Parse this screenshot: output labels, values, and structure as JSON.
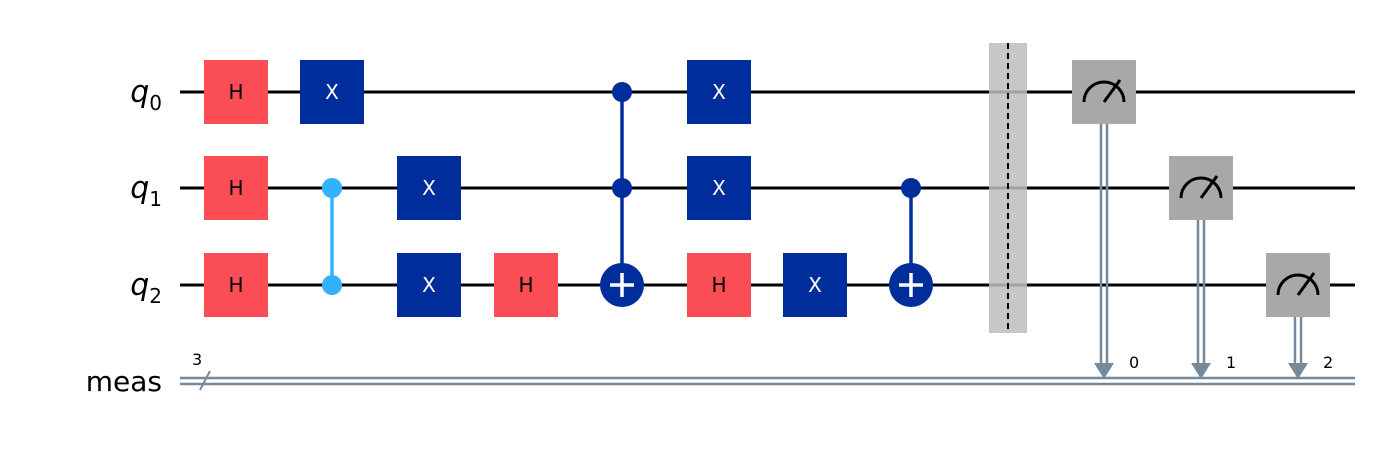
{
  "circuit": {
    "qubits": [
      {
        "base": "q",
        "sub": "0"
      },
      {
        "base": "q",
        "sub": "1"
      },
      {
        "base": "q",
        "sub": "2"
      }
    ],
    "classical_register": {
      "label": "meas",
      "width_label": "3"
    },
    "gates": [
      {
        "type": "H",
        "label": "H",
        "qubit": 0,
        "column": 0
      },
      {
        "type": "H",
        "label": "H",
        "qubit": 1,
        "column": 0
      },
      {
        "type": "H",
        "label": "H",
        "qubit": 2,
        "column": 0
      },
      {
        "type": "X",
        "label": "X",
        "qubit": 0,
        "column": 1
      },
      {
        "type": "CZ",
        "qubits": [
          1,
          2
        ],
        "column": 1
      },
      {
        "type": "X",
        "label": "X",
        "qubit": 1,
        "column": 2
      },
      {
        "type": "X",
        "label": "X",
        "qubit": 2,
        "column": 2
      },
      {
        "type": "H",
        "label": "H",
        "qubit": 2,
        "column": 3
      },
      {
        "type": "CCX",
        "controls": [
          0,
          1
        ],
        "target": 2,
        "column": 4
      },
      {
        "type": "X",
        "label": "X",
        "qubit": 0,
        "column": 5
      },
      {
        "type": "X",
        "label": "X",
        "qubit": 1,
        "column": 5
      },
      {
        "type": "H",
        "label": "H",
        "qubit": 2,
        "column": 5
      },
      {
        "type": "X",
        "label": "X",
        "qubit": 2,
        "column": 6
      },
      {
        "type": "CX",
        "control": 1,
        "target": 2,
        "column": 7
      },
      {
        "type": "barrier",
        "qubits": [
          0,
          1,
          2
        ],
        "column": 8
      },
      {
        "type": "measure",
        "qubit": 0,
        "clbit_label": "0",
        "column": 9
      },
      {
        "type": "measure",
        "qubit": 1,
        "clbit_label": "1",
        "column": 10
      },
      {
        "type": "measure",
        "qubit": 2,
        "clbit_label": "2",
        "column": 11
      }
    ]
  },
  "colors": {
    "wire": "#000000",
    "classical_wire": "#778899",
    "h_gate": "#FA4D56",
    "x_gate": "#002D9C",
    "cz_gate": "#33B1FF",
    "measure_box": "#A8A8A8",
    "barrier": "#BDBDBD",
    "gate_text": "#ffffff",
    "h_text": "#000000"
  }
}
